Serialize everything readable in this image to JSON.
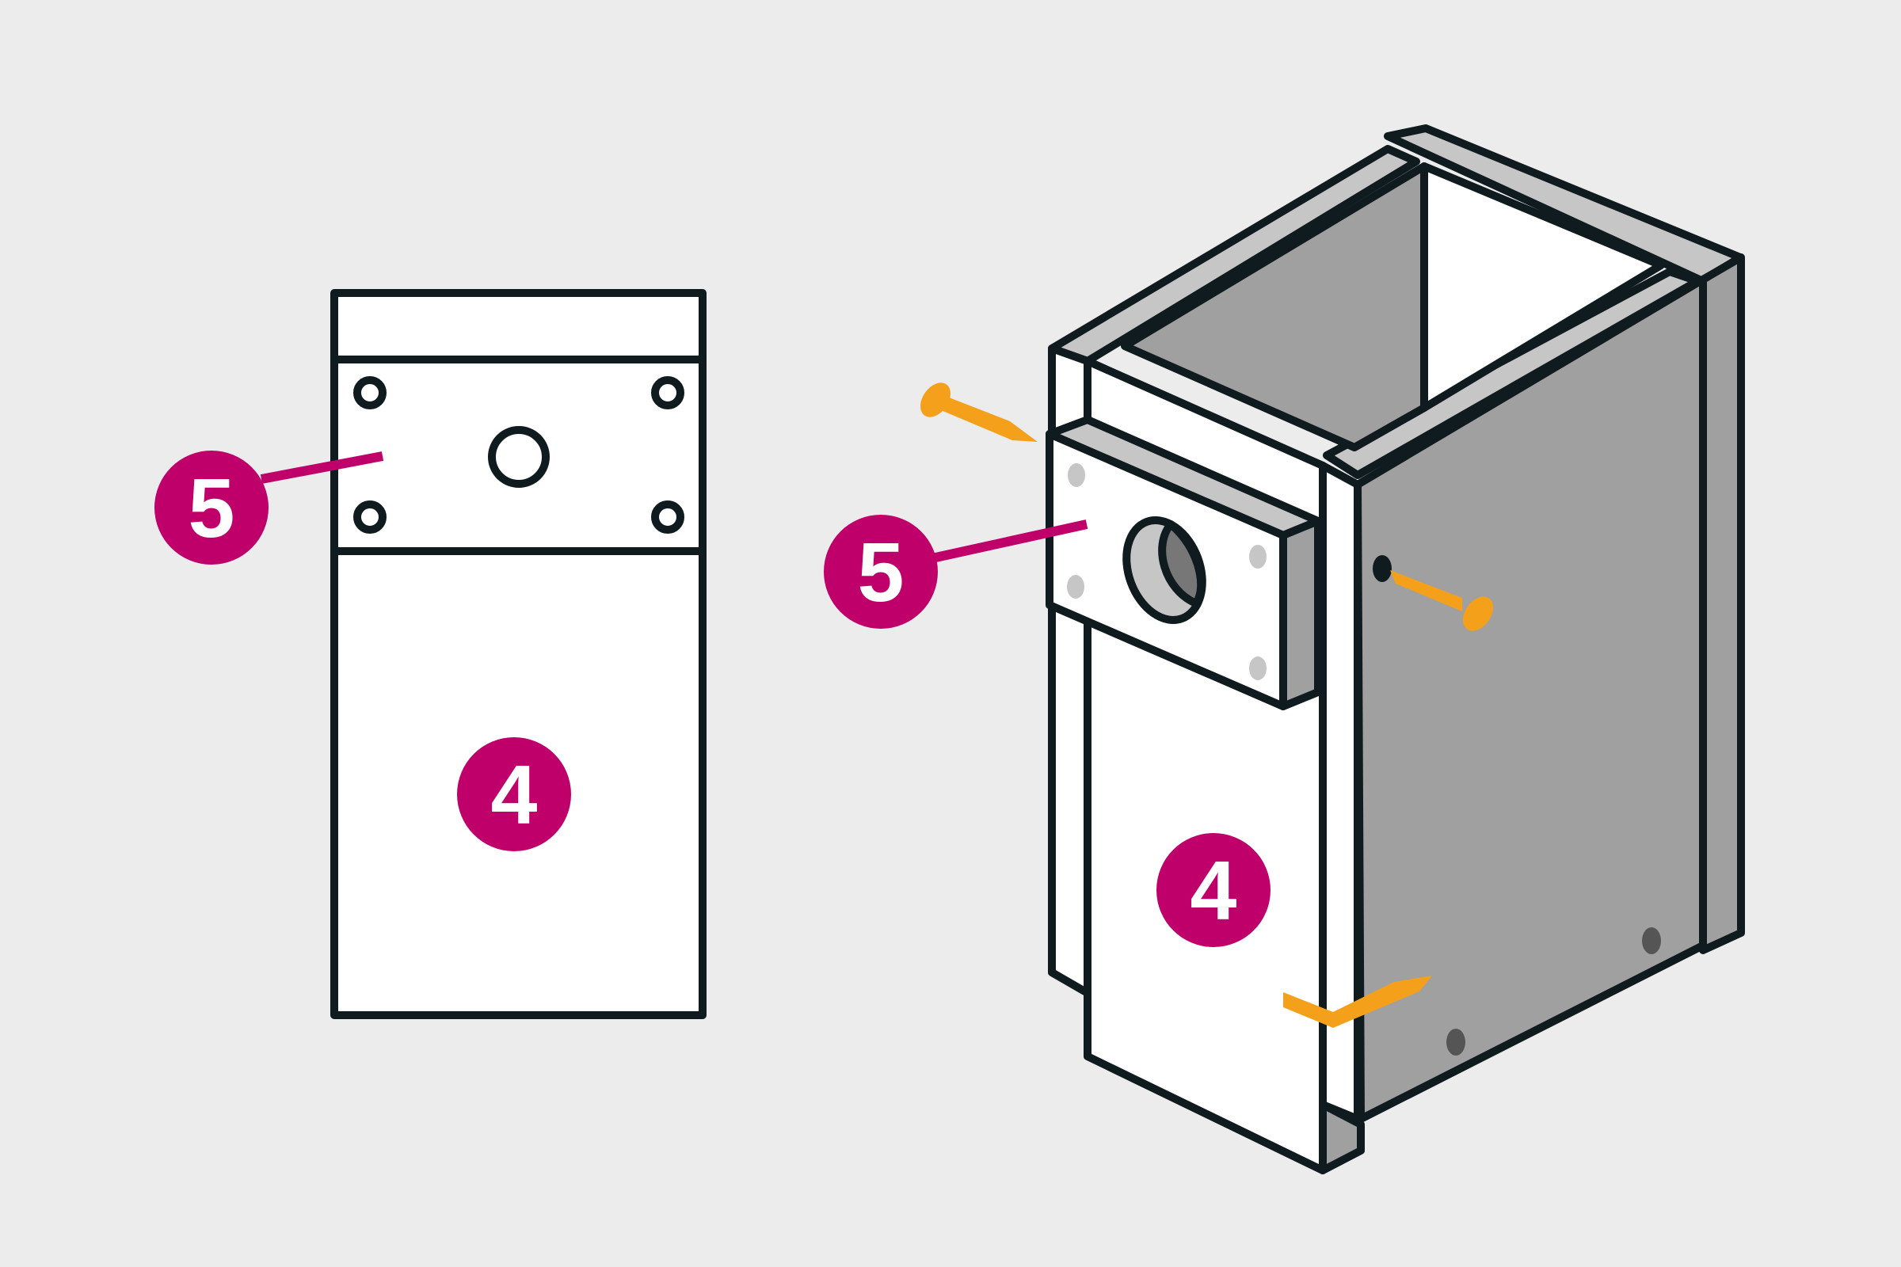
{
  "colors": {
    "background": "#ececec",
    "outline": "#0f1b1f",
    "panel_white": "#ffffff",
    "panel_light": "#c6c6c6",
    "panel_mid": "#a0a0a0",
    "callout": "#c0006a",
    "nail": "#f5a01a"
  },
  "front_view": {
    "callout_plate": "5",
    "callout_panel": "4"
  },
  "iso_view": {
    "callout_plate": "5",
    "callout_panel": "4"
  }
}
